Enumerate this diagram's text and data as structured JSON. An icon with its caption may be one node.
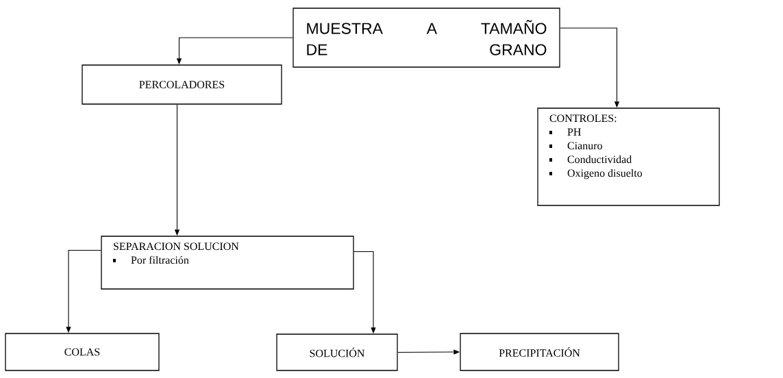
{
  "diagram": {
    "nodes": [
      {
        "text": [
          "MUESTRA A TAMAÑO DE GRANO"
        ]
      },
      {
        "text": [
          "CONTROLES:",
          "PH",
          "Cianuro",
          "Conductividad",
          "Oxigeno disuelto"
        ]
      },
      {
        "text": [
          "PERCOLADORES"
        ]
      },
      {
        "text": [
          "SEPARACION SOLUCION",
          "Por filtración"
        ]
      },
      {
        "text": [
          "COLAS"
        ]
      },
      {
        "text": [
          "SOLUCIÓN"
        ]
      },
      {
        "text": [
          "PRECIPITACIÓN"
        ]
      }
    ],
    "edges": [
      {
        "from": 0,
        "to": 2,
        "arrow": "to"
      },
      {
        "from": 0,
        "to": 1,
        "arrow": "to"
      },
      {
        "from": 2,
        "to": 3,
        "arrow": "to"
      },
      {
        "from": 3,
        "to": 4,
        "arrow": "to"
      },
      {
        "from": 3,
        "to": 5,
        "arrow": "to"
      },
      {
        "from": 5,
        "to": 6,
        "arrow": "to"
      }
    ]
  }
}
